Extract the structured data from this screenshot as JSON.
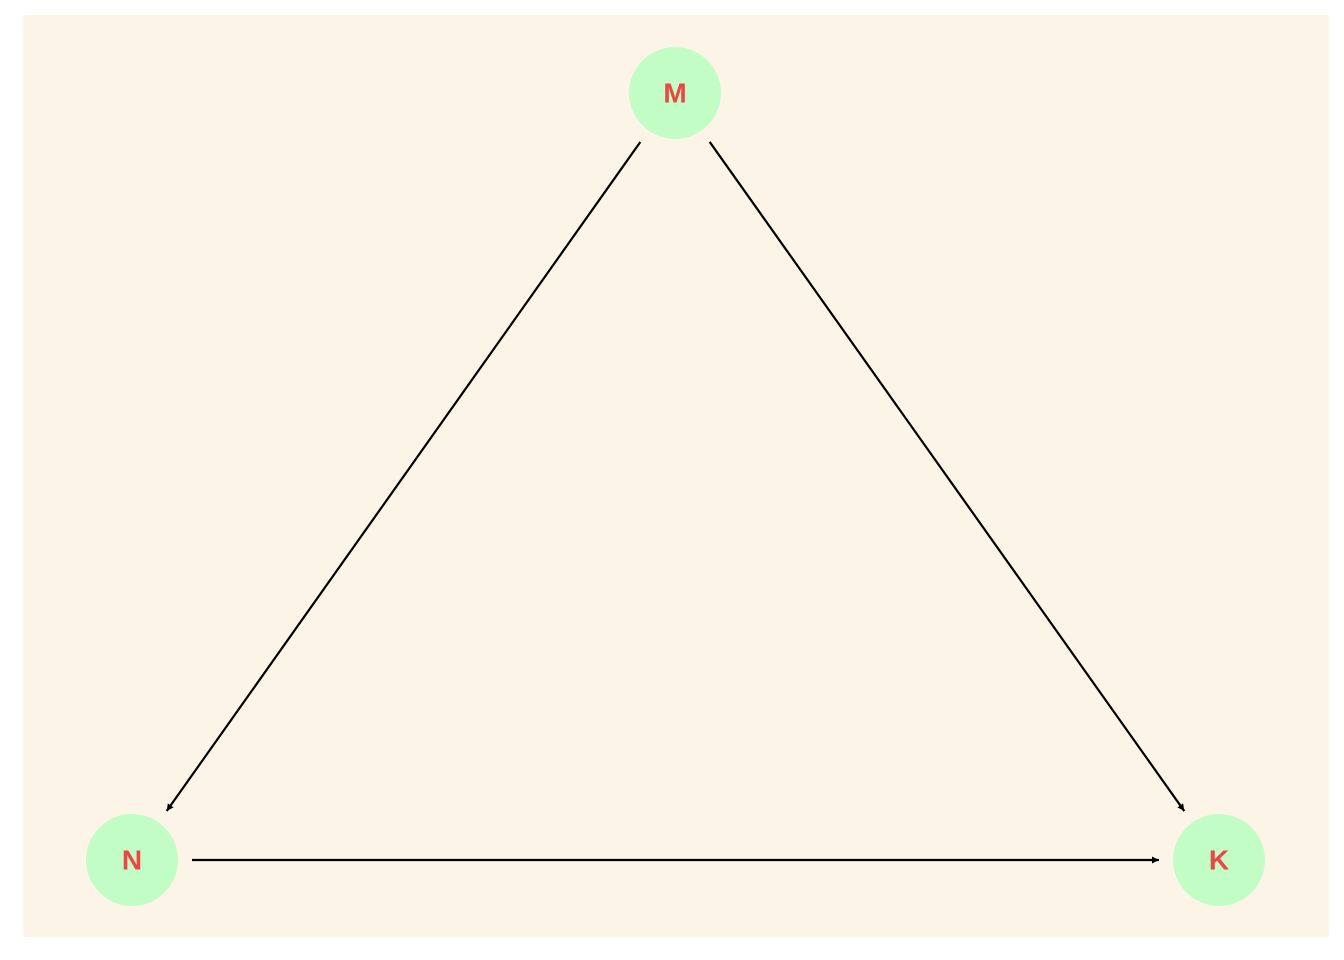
{
  "diagram": {
    "type": "directed-graph",
    "colors": {
      "panel_background": "#fcf5e7",
      "node_fill": "#c1fdc5",
      "node_label": "#ee4445",
      "edge": "#000000"
    },
    "nodes": [
      {
        "id": "M",
        "label": "M"
      },
      {
        "id": "N",
        "label": "N"
      },
      {
        "id": "K",
        "label": "K"
      }
    ],
    "edges": [
      {
        "from": "M",
        "to": "N"
      },
      {
        "from": "M",
        "to": "K"
      },
      {
        "from": "N",
        "to": "K"
      }
    ]
  }
}
